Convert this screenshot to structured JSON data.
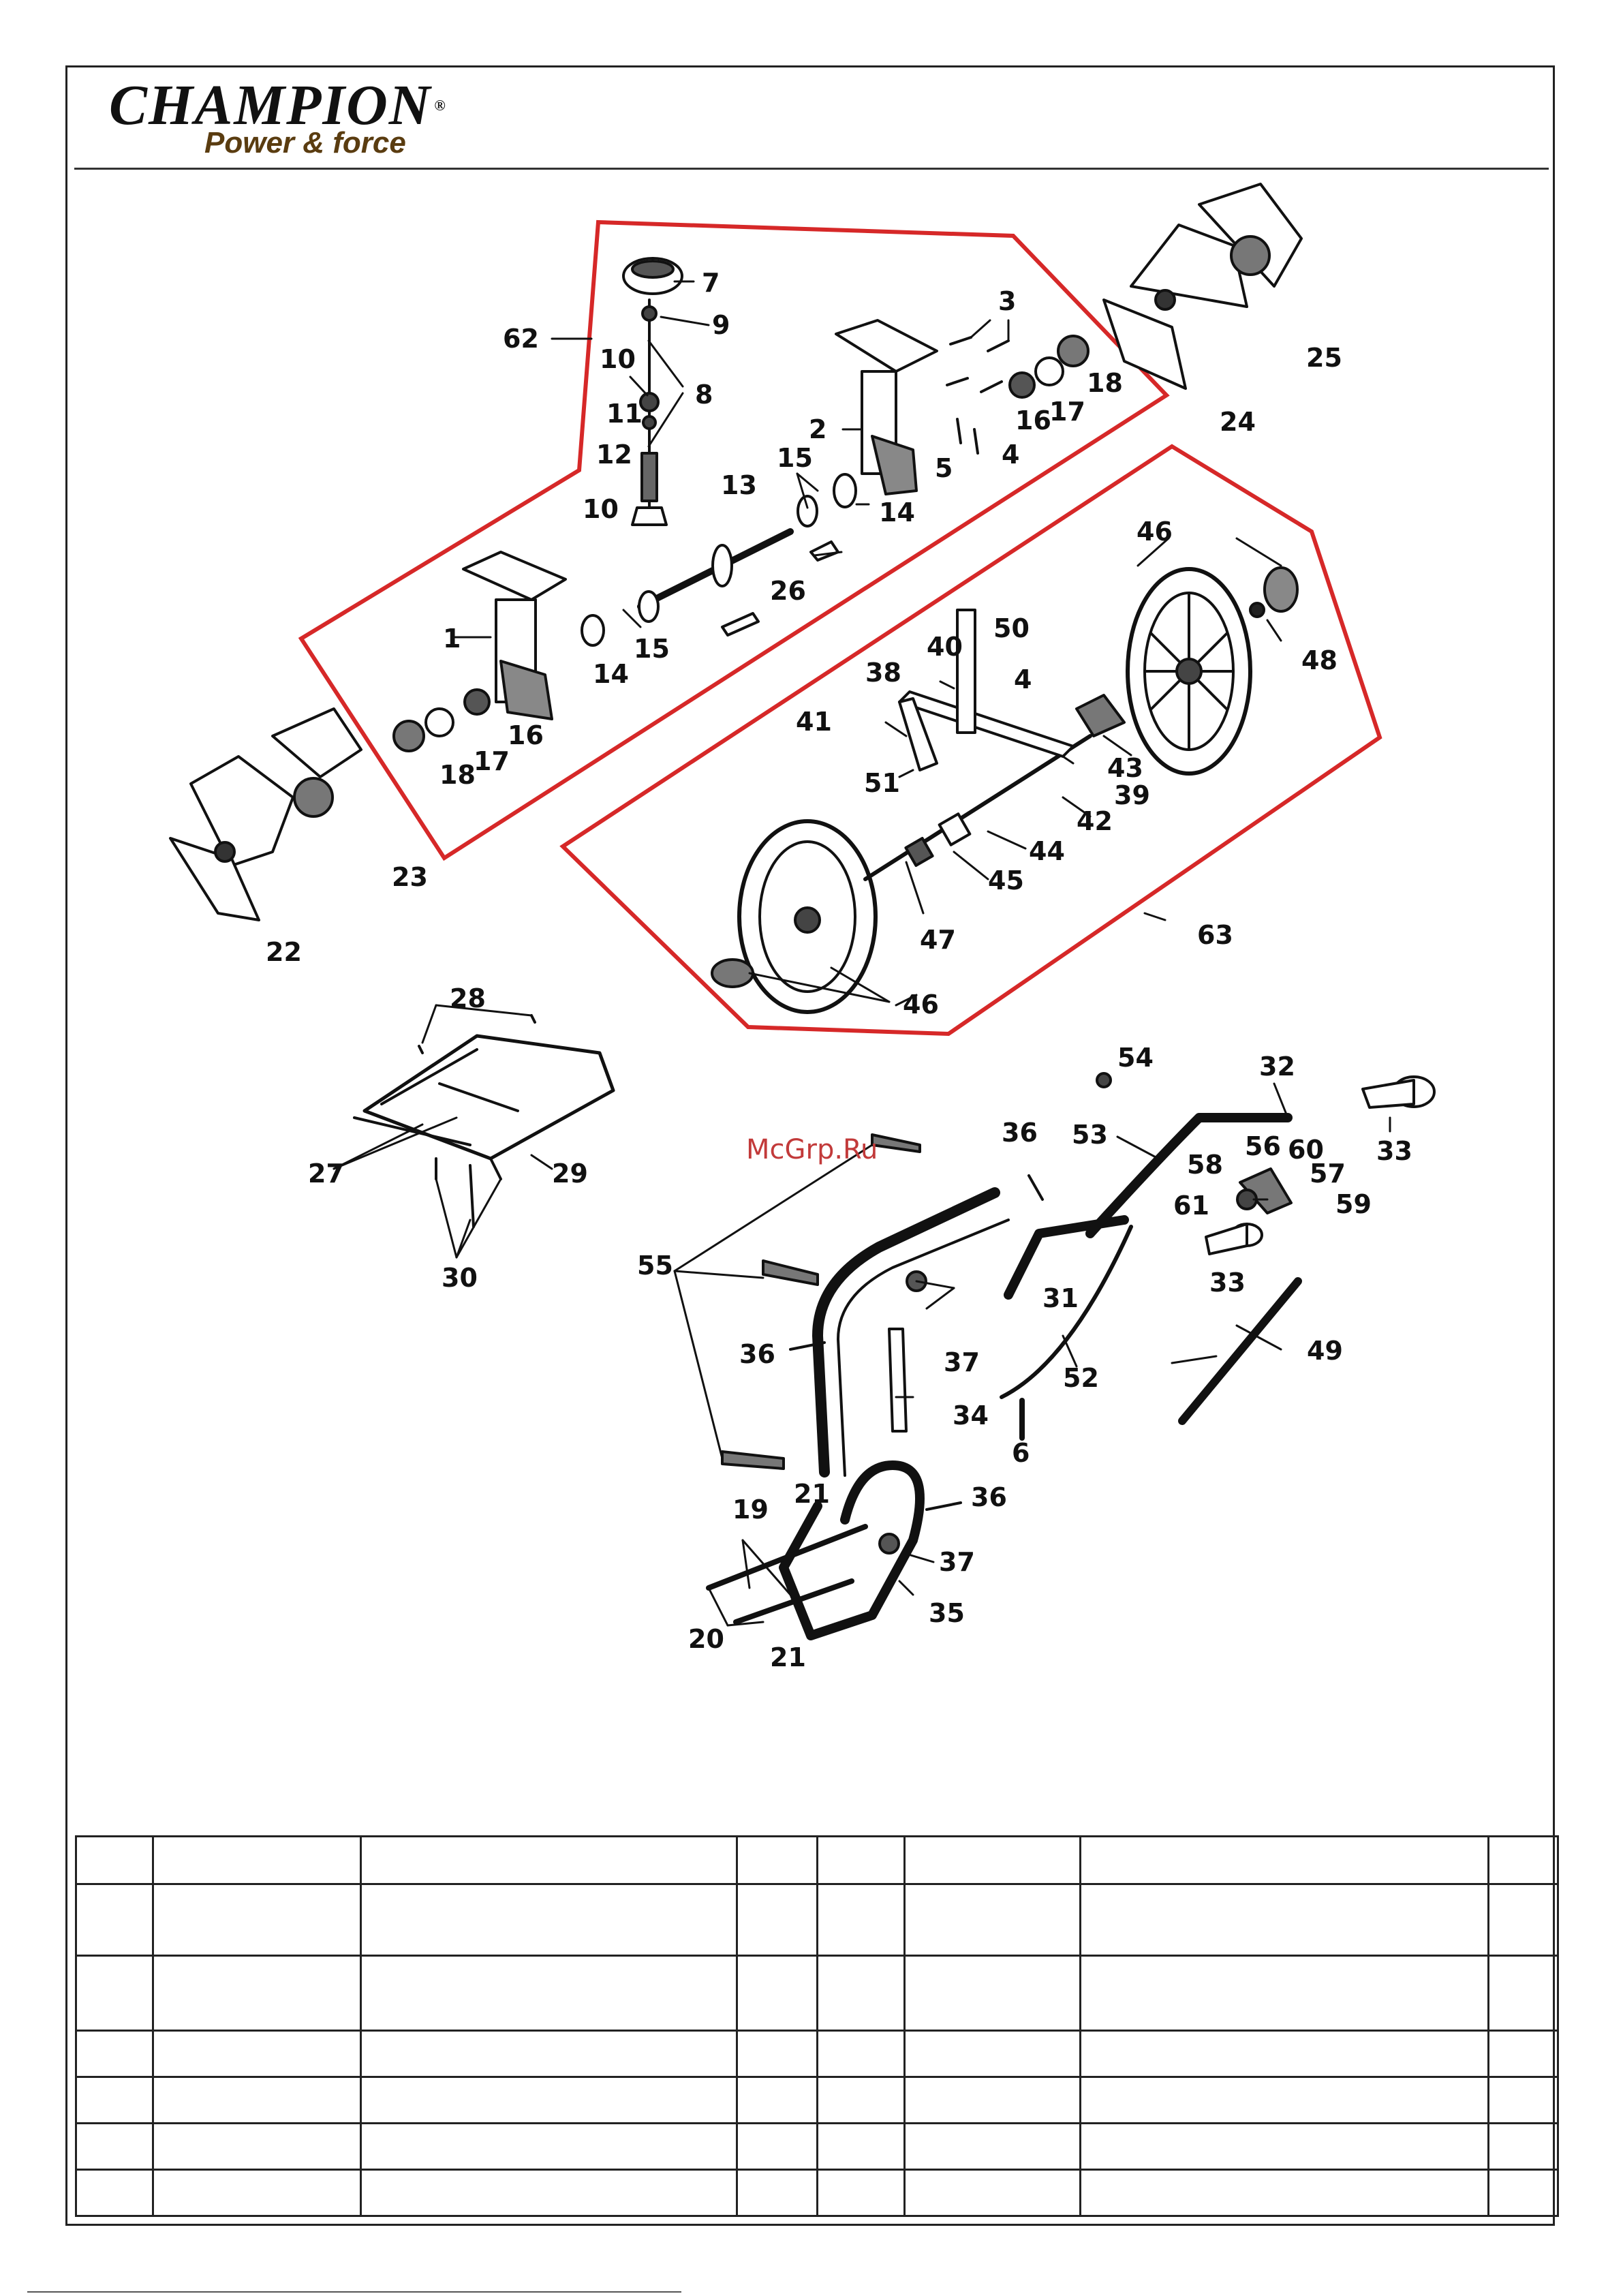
{
  "header": {
    "brand_name": "Champion",
    "brand_registered": "®",
    "slogan": "Power & force"
  },
  "watermark": {
    "text": "McGrp.Ru"
  },
  "colors": {
    "assembly_outline": "#d62828",
    "line": "#111111"
  },
  "diagram": {
    "callouts": [
      {
        "id": "c1",
        "text": "1"
      },
      {
        "id": "c2",
        "text": "2"
      },
      {
        "id": "c3",
        "text": "3"
      },
      {
        "id": "c4a",
        "text": "4"
      },
      {
        "id": "c4b",
        "text": "4"
      },
      {
        "id": "c5",
        "text": "5"
      },
      {
        "id": "c6",
        "text": "6"
      },
      {
        "id": "c7",
        "text": "7"
      },
      {
        "id": "c8",
        "text": "8"
      },
      {
        "id": "c9",
        "text": "9"
      },
      {
        "id": "c10a",
        "text": "10"
      },
      {
        "id": "c10b",
        "text": "10"
      },
      {
        "id": "c11",
        "text": "11"
      },
      {
        "id": "c12",
        "text": "12"
      },
      {
        "id": "c13",
        "text": "13"
      },
      {
        "id": "c14a",
        "text": "14"
      },
      {
        "id": "c14b",
        "text": "14"
      },
      {
        "id": "c15a",
        "text": "15"
      },
      {
        "id": "c15b",
        "text": "15"
      },
      {
        "id": "c16a",
        "text": "16"
      },
      {
        "id": "c16b",
        "text": "16"
      },
      {
        "id": "c17a",
        "text": "17"
      },
      {
        "id": "c17b",
        "text": "17"
      },
      {
        "id": "c18a",
        "text": "18"
      },
      {
        "id": "c18b",
        "text": "18"
      },
      {
        "id": "c19",
        "text": "19"
      },
      {
        "id": "c20",
        "text": "20"
      },
      {
        "id": "c21a",
        "text": "21"
      },
      {
        "id": "c21b",
        "text": "21"
      },
      {
        "id": "c22",
        "text": "22"
      },
      {
        "id": "c23",
        "text": "23"
      },
      {
        "id": "c24",
        "text": "24"
      },
      {
        "id": "c25",
        "text": "25"
      },
      {
        "id": "c26",
        "text": "26"
      },
      {
        "id": "c27",
        "text": "27"
      },
      {
        "id": "c28",
        "text": "28"
      },
      {
        "id": "c29",
        "text": "29"
      },
      {
        "id": "c30",
        "text": "30"
      },
      {
        "id": "c31",
        "text": "31"
      },
      {
        "id": "c32",
        "text": "32"
      },
      {
        "id": "c33a",
        "text": "33"
      },
      {
        "id": "c33b",
        "text": "33"
      },
      {
        "id": "c34",
        "text": "34"
      },
      {
        "id": "c35",
        "text": "35"
      },
      {
        "id": "c36a",
        "text": "36"
      },
      {
        "id": "c36b",
        "text": "36"
      },
      {
        "id": "c36c",
        "text": "36"
      },
      {
        "id": "c37a",
        "text": "37"
      },
      {
        "id": "c37b",
        "text": "37"
      },
      {
        "id": "c38",
        "text": "38"
      },
      {
        "id": "c39",
        "text": "39"
      },
      {
        "id": "c40",
        "text": "40"
      },
      {
        "id": "c41",
        "text": "41"
      },
      {
        "id": "c42",
        "text": "42"
      },
      {
        "id": "c43",
        "text": "43"
      },
      {
        "id": "c44",
        "text": "44"
      },
      {
        "id": "c45",
        "text": "45"
      },
      {
        "id": "c46a",
        "text": "46"
      },
      {
        "id": "c46b",
        "text": "46"
      },
      {
        "id": "c47",
        "text": "47"
      },
      {
        "id": "c48",
        "text": "48"
      },
      {
        "id": "c49",
        "text": "49"
      },
      {
        "id": "c50",
        "text": "50"
      },
      {
        "id": "c51",
        "text": "51"
      },
      {
        "id": "c52",
        "text": "52"
      },
      {
        "id": "c53",
        "text": "53"
      },
      {
        "id": "c54",
        "text": "54"
      },
      {
        "id": "c55",
        "text": "55"
      },
      {
        "id": "c56",
        "text": "56"
      },
      {
        "id": "c57",
        "text": "57"
      },
      {
        "id": "c58",
        "text": "58"
      },
      {
        "id": "c59",
        "text": "59"
      },
      {
        "id": "c60",
        "text": "60"
      },
      {
        "id": "c61",
        "text": "61"
      },
      {
        "id": "c62",
        "text": "62"
      },
      {
        "id": "c63",
        "text": "63"
      }
    ]
  },
  "parts_table": {
    "rows": [
      [
        "",
        "",
        "",
        "",
        "",
        "",
        "",
        ""
      ],
      [
        "",
        "",
        "",
        "",
        "",
        "",
        "",
        ""
      ],
      [
        "",
        "",
        "",
        "",
        "",
        "",
        "",
        ""
      ],
      [
        "",
        "",
        "",
        "",
        "",
        "",
        "",
        ""
      ],
      [
        "",
        "",
        "",
        "",
        "",
        "",
        "",
        ""
      ],
      [
        "",
        "",
        "",
        "",
        "",
        "",
        "",
        ""
      ],
      [
        "",
        "",
        "",
        "",
        "",
        "",
        "",
        ""
      ]
    ]
  }
}
